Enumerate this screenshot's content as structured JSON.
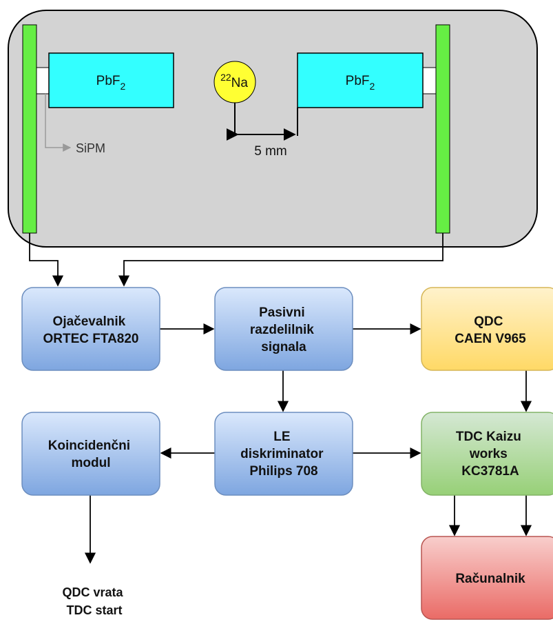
{
  "setup": {
    "crystal_left": "PbF",
    "crystal_right": "PbF",
    "crystal_subscript": "2",
    "source_mass_number": "22",
    "source_element": "Na",
    "sipm_label": "SiPM",
    "distance_label": "5 mm"
  },
  "blocks": {
    "amplifier": [
      "Ojačevalnik",
      "ORTEC FTA820"
    ],
    "splitter": [
      "Pasivni",
      "razdelilnik",
      "signala"
    ],
    "qdc": [
      "QDC",
      "CAEN V965"
    ],
    "coincidence": [
      "Koincidenčni",
      "modul"
    ],
    "discriminator": [
      "LE",
      "diskriminator",
      "Philips 708"
    ],
    "tdc": [
      "TDC Kaizu",
      "works",
      "KC3781A"
    ],
    "computer": [
      "Računalnik"
    ]
  },
  "outputs": [
    "QDC vrata",
    "TDC start"
  ],
  "colors": {
    "enclosure_fill": "#d3d3d3",
    "crystal_fill": "#33ffff",
    "sipm_strip": "#66ee44",
    "source_fill": "#ffff33",
    "blue_block": "#a9c4eb",
    "yellow_block": "#ffcd28",
    "green_block": "#8bd46b",
    "red_block": "#ea6b66"
  }
}
